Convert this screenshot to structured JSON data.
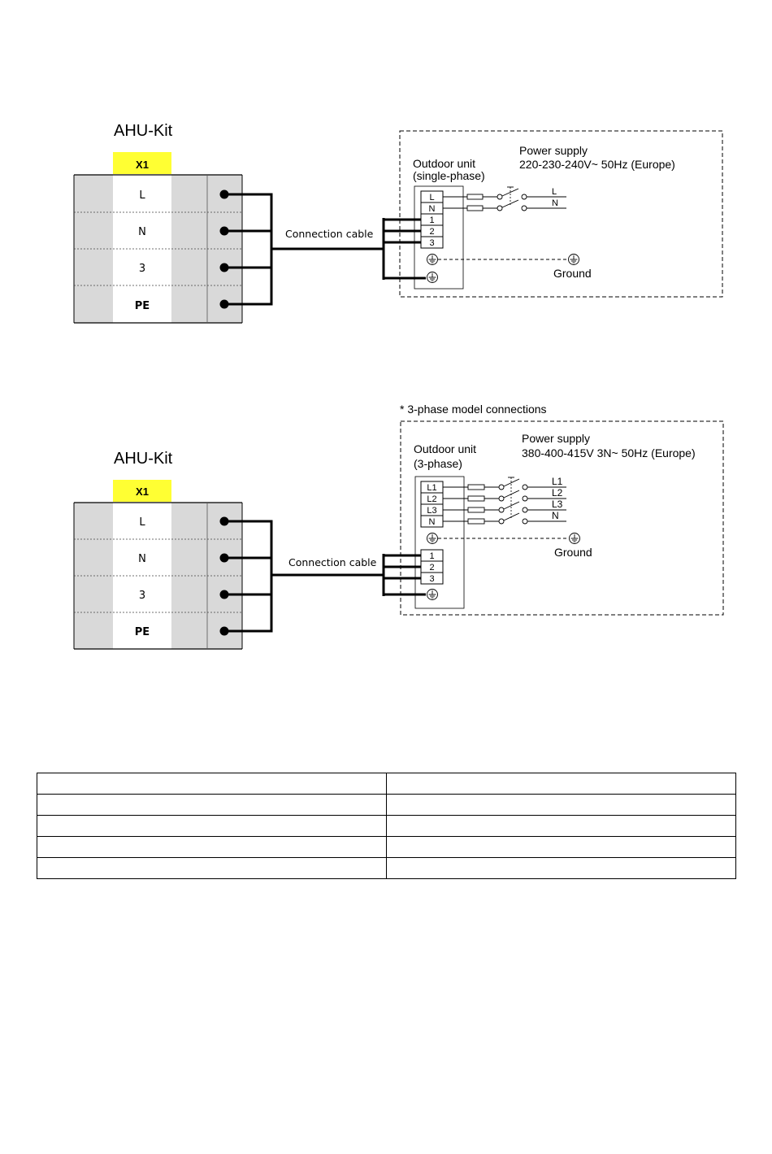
{
  "diagram1": {
    "kit_title": "AHU-Kit",
    "header_label": "X1",
    "terminals": [
      "L",
      "N",
      "3",
      "PE"
    ],
    "cable_label": "Connection cable",
    "unit_title_line1": "Outdoor unit",
    "unit_title_line2": "(single-phase)",
    "supply_title": "Power supply",
    "supply_spec": "220-230-240V~ 50Hz (Europe)",
    "unit_terminals": [
      "L",
      "N",
      "1",
      "2",
      "3"
    ],
    "line_labels": [
      "L",
      "N"
    ],
    "ground_label": "Ground"
  },
  "diagram2": {
    "note": "* 3-phase model connections",
    "kit_title": "AHU-Kit",
    "header_label": "X1",
    "terminals": [
      "L",
      "N",
      "3",
      "PE"
    ],
    "cable_label": "Connection cable",
    "unit_title_line1": "Outdoor unit",
    "unit_title_line2": "(3-phase)",
    "supply_title": "Power supply",
    "supply_spec": "380-400-415V 3N~ 50Hz (Europe)",
    "unit_terminals": [
      "L1",
      "L2",
      "L3",
      "N",
      "1",
      "2",
      "3"
    ],
    "line_labels": [
      "L1",
      "L2",
      "L3",
      "N"
    ],
    "ground_label": "Ground"
  },
  "table": {
    "rows": [
      [
        "",
        ""
      ],
      [
        "",
        ""
      ],
      [
        "",
        ""
      ],
      [
        "",
        ""
      ],
      [
        "",
        ""
      ]
    ]
  }
}
